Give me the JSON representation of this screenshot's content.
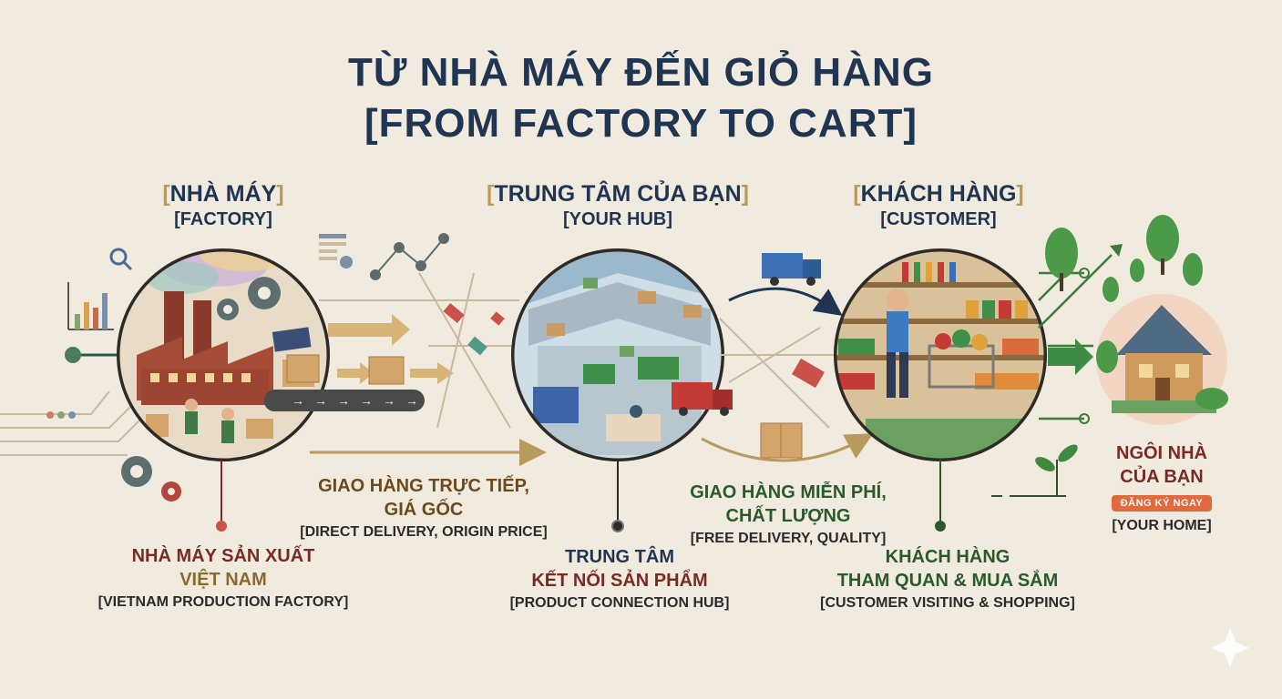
{
  "title": {
    "line1": "TỪ NHÀ MÁY ĐẾN GIỎ HÀNG",
    "line2": "[FROM FACTORY TO CART]"
  },
  "stages": {
    "factory": {
      "vi": "NHÀ MÁY",
      "en": "[FACTORY]"
    },
    "hub": {
      "vi": "TRUNG TÂM CỦA BẠN",
      "en": "[YOUR HUB]"
    },
    "customer": {
      "vi": "KHÁCH HÀNG",
      "en": "[CUSTOMER]"
    }
  },
  "bracket_open": "[",
  "bracket_close": "]",
  "captions": {
    "factory": {
      "line1": "NHÀ MÁY SẢN XUẤT",
      "line2": "VIỆT NAM",
      "en": "[VIETNAM PRODUCTION FACTORY]"
    },
    "direct_delivery": {
      "line1": "GIAO HÀNG TRỰC TIẾP,",
      "line2": "GIÁ GỐC",
      "en": "[DIRECT DELIVERY, ORIGIN PRICE]"
    },
    "hub": {
      "line1": "TRUNG TÂM",
      "line2": "KẾT NỐI SẢN PHẨM",
      "en": "[PRODUCT CONNECTION HUB]"
    },
    "free_delivery": {
      "line1": "GIAO HÀNG MIỄN PHÍ,",
      "line2": "CHẤT LƯỢNG",
      "en": "[FREE DELIVERY, QUALITY]"
    },
    "customer": {
      "line1": "KHÁCH HÀNG",
      "line2": "THAM QUAN & MUA SẮM",
      "en": "[CUSTOMER VISITING & SHOPPING]"
    },
    "home": {
      "line1": "NGÔI NHÀ",
      "line2": "CỦA BẠN",
      "button": "ĐĂNG KÝ NGAY",
      "en": "[YOUR HOME]"
    }
  },
  "colors": {
    "background": "#f1ebdf",
    "navy": "#1f3552",
    "maroon": "#7a2a24",
    "gold": "#b89a5e",
    "green": "#2a5a2c",
    "button": "#e06a3e"
  }
}
